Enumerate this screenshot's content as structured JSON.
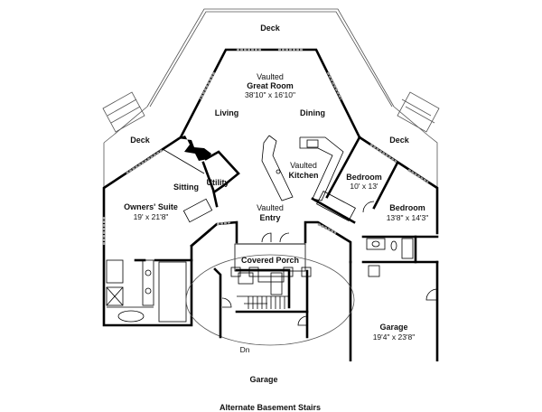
{
  "plan": {
    "rooms": {
      "deck_top": {
        "label": "Deck"
      },
      "deck_left": {
        "label": "Deck"
      },
      "deck_right": {
        "label": "Deck"
      },
      "great_room": {
        "prefix": "Vaulted",
        "label": "Great Room",
        "dims": "38'10\" x 16'10\""
      },
      "living": {
        "label": "Living"
      },
      "dining": {
        "label": "Dining"
      },
      "kitchen": {
        "prefix": "Vaulted",
        "label": "Kitchen"
      },
      "utility": {
        "label": "Utility"
      },
      "sitting": {
        "label": "Sitting"
      },
      "owners_suite": {
        "label": "Owners' Suite",
        "dims": "19' x 21'8\""
      },
      "entry": {
        "prefix": "Vaulted",
        "label": "Entry"
      },
      "covered_porch": {
        "label": "Covered Porch"
      },
      "bedroom_1": {
        "label": "Bedroom",
        "dims": "10' x 13'"
      },
      "bedroom_2": {
        "label": "Bedroom",
        "dims": "13'8\" x 14'3\""
      },
      "garage": {
        "label": "Garage",
        "dims": "19'4\" x 23'8\""
      }
    },
    "inset": {
      "stairs_label": "Dn",
      "garage_label": "Garage",
      "caption": "Alternate Basement Stairs"
    }
  }
}
